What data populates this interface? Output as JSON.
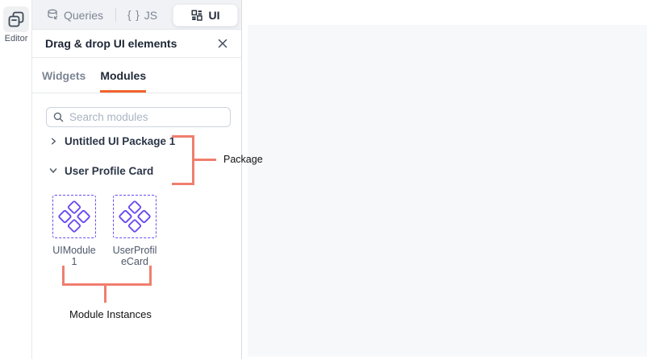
{
  "rail": {
    "editor_label": "Editor"
  },
  "top_tabs": {
    "queries_label": "Queries",
    "js_braces": "{ }",
    "js_label": "JS",
    "ui_label": "UI"
  },
  "panel": {
    "title": "Drag & drop UI elements",
    "tabs": {
      "widgets": "Widgets",
      "modules": "Modules"
    },
    "search_placeholder": "Search modules",
    "tree": [
      {
        "label": "Untitled UI Package 1",
        "state": "collapsed"
      },
      {
        "label": "User Profile Card",
        "state": "expanded"
      }
    ],
    "modules": [
      {
        "name": "UIModule 1",
        "lines": [
          "UIModule",
          "1"
        ]
      },
      {
        "name": "UserProfileCard",
        "lines": [
          "UserProfil",
          "eCard"
        ]
      }
    ]
  },
  "annotations": {
    "package_label": "Package",
    "instances_label": "Module Instances"
  },
  "colors": {
    "accent_orange": "#f3632c",
    "module_purple": "#6949f0",
    "annotation_red": "#f07e6e"
  }
}
